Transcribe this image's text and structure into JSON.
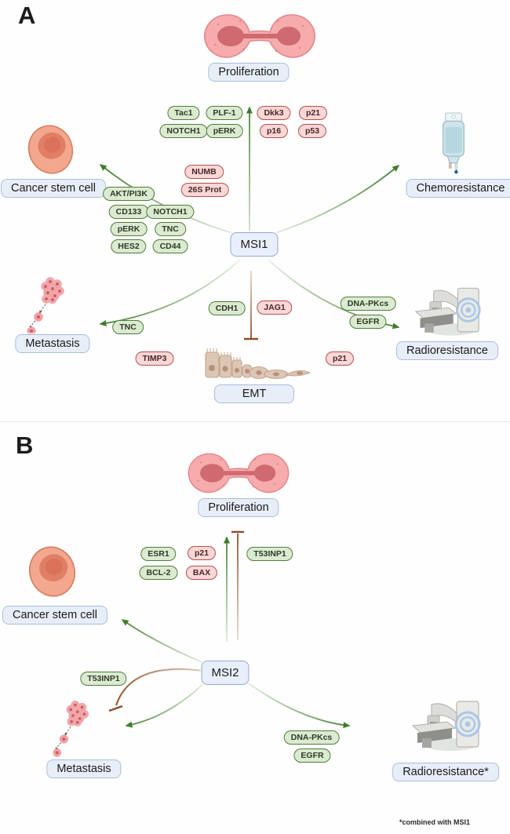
{
  "footnote": "*combined with MSI1",
  "colors": {
    "upregulated_fill": "#dcead2",
    "upregulated_border": "#4e7e38",
    "downregulated_fill": "#f8d7d6",
    "downregulated_border": "#b2524e",
    "node_fill": "#e8eef8",
    "node_border": "#a9bedb",
    "activation_arrow": "#3e7d2b",
    "inhibition_arrow": "#8a4e28"
  },
  "panelA": {
    "label": "A",
    "hub": "MSI1",
    "targets": {
      "proliferation": "Proliferation",
      "cancer_stem_cell": "Cancer stem cell",
      "chemoresistance": "Chemoresistance",
      "metastasis": "Metastasis",
      "emt": "EMT",
      "radioresistance": "Radioresistance"
    },
    "pills": {
      "proliferation_up": [
        "Tac1",
        "PLF-1",
        "NOTCH1",
        "pERK"
      ],
      "proliferation_down": [
        "Dkk3",
        "p21",
        "p16",
        "p53"
      ],
      "hub_down": [
        "NUMB",
        "26S Prot"
      ],
      "cancer_stem_cell_up": [
        "AKT/PI3K",
        "CD133",
        "NOTCH1",
        "pERK",
        "TNC",
        "HES2",
        "CD44"
      ],
      "metastasis_up": [
        "TNC"
      ],
      "metastasis_down": [
        "TIMP3"
      ],
      "emt_up": [
        "CDH1"
      ],
      "emt_down": [
        "JAG1"
      ],
      "radioresistance_up": [
        "DNA-PKcs",
        "EGFR"
      ],
      "radioresistance_down": [
        "p21"
      ]
    }
  },
  "panelB": {
    "label": "B",
    "hub": "MSI2",
    "targets": {
      "proliferation": "Proliferation",
      "cancer_stem_cell": "Cancer stem cell",
      "metastasis": "Metastasis",
      "radioresistance": "Radioresistance*"
    },
    "pills": {
      "proliferation_up": [
        "ESR1",
        "BCL-2"
      ],
      "proliferation_down": [
        "p21",
        "BAX"
      ],
      "proliferation_inhibitor": [
        "T53INP1"
      ],
      "metastasis_inhibitor": [
        "T53INP1"
      ],
      "radioresistance_up": [
        "DNA-PKcs",
        "EGFR"
      ]
    }
  }
}
